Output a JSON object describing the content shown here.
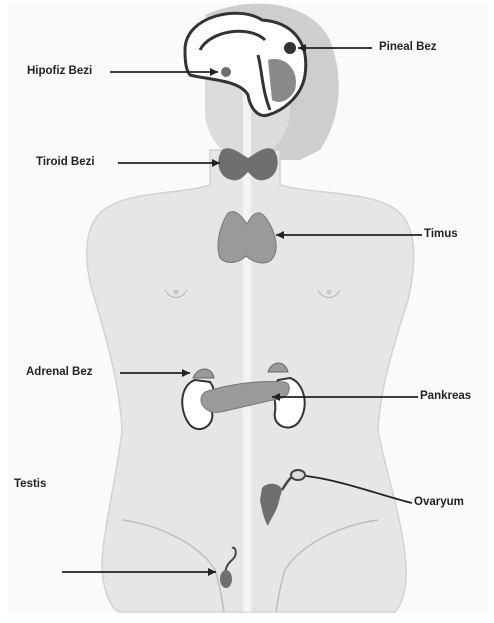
{
  "labels": {
    "pineal": "Pineal Bez",
    "hypophysis": "Hipofiz Bezi",
    "thyroid": "Tiroid Bezi",
    "thymus": "Timus",
    "adrenal": "Adrenal Bez",
    "pancreas": "Pankreas",
    "testis": "Testis",
    "ovary": "Ovaryum"
  },
  "colors": {
    "background": "#ffffff",
    "body_fill": "#e6e6e6",
    "head_shade": "#c6c6c6",
    "organ_fill": "#9a9a9a",
    "gland_dark": "#6f6f6f",
    "outline": "#555555",
    "label_text": "#222222"
  }
}
